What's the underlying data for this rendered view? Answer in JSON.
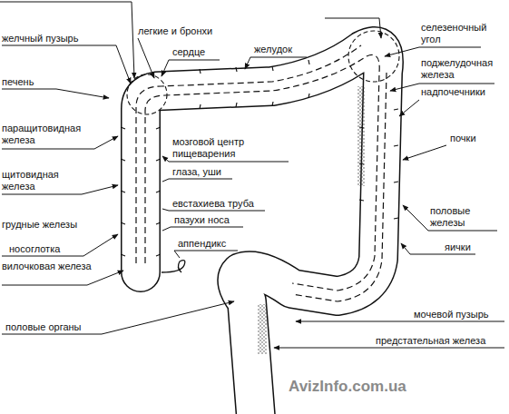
{
  "diagram": {
    "labels": [
      "желчный пузырь",
      "легкие и бронхи",
      "сердце",
      "желудок",
      "селезеночный угол",
      "поджелудочная железа",
      "печень",
      "надпочечники",
      "паращитовидная железа",
      "почки",
      "мозговой центр пищеварения",
      "щитовидная железа",
      "глаза, уши",
      "евстахиева труба",
      "пазухи носа",
      "грудные железы",
      "носоглотка",
      "аппендикс",
      "половые железы",
      "яички",
      "вилочковая железа",
      "половые органы",
      "мочевой пузырь",
      "предстательная железа",
      "AvizInfo.com.ua"
    ]
  }
}
